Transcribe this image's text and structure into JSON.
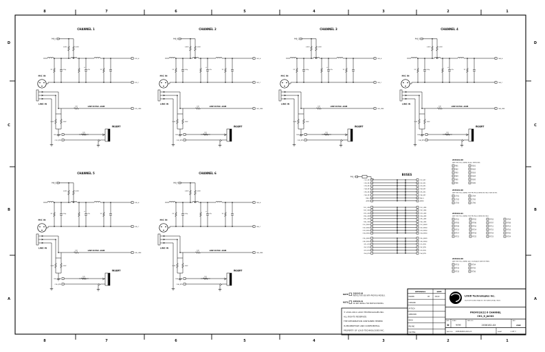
{
  "sheet": {
    "zone_numbers": [
      "8",
      "7",
      "6",
      "5",
      "4",
      "3",
      "2",
      "1"
    ],
    "zone_letters": [
      "D",
      "C",
      "B",
      "A"
    ],
    "line_color": "#000000",
    "paper_color": "#ffffff"
  },
  "channel_labels": {
    "mic": "MIC IN",
    "line": "LINE IN",
    "insert": "INSERT",
    "pad": "LINE IN PAD -10dB"
  },
  "channel_values": {
    "p48_r1": "6.81K",
    "p48_r2": "6.81K",
    "r1": "2K",
    "c1": "100p",
    "c2": "47u",
    "r2": "1K",
    "pad_r": "10K",
    "low_r1": "100K",
    "low_r2": "100K",
    "ins_r": "100"
  },
  "channels": [
    {
      "title": "CHANNEL 1",
      "p48": "P48_A",
      "out_hot": "CH1_H",
      "out_cold": "CH1_C",
      "out_line": "CH1_LINE",
      "send": "CH1_SEND",
      "rtn": "CH1_RTN"
    },
    {
      "title": "CHANNEL 2",
      "p48": "P48_B",
      "out_hot": "CH2_H",
      "out_cold": "CH2_C",
      "out_line": "CH2_LINE",
      "send": "CH2_SEND",
      "rtn": "CH2_RTN"
    },
    {
      "title": "CHANNEL 3",
      "p48": "P48_C",
      "out_hot": "CH3_H",
      "out_cold": "CH3_C",
      "out_line": "CH3_LINE",
      "send": "CH3_SEND",
      "rtn": "CH3_RTN"
    },
    {
      "title": "CHANNEL 4",
      "p48": "P48_D",
      "out_hot": "CH4_H",
      "out_cold": "CH4_C",
      "out_line": "CH4_LINE",
      "send": "CH4_SEND",
      "rtn": "CH4_RTN"
    },
    {
      "title": "CHANNEL 5",
      "p48": "P48_E",
      "out_hot": "CH5_H",
      "out_cold": "CH5_C",
      "out_line": "CH5_LINE",
      "send": "CH5_SEND",
      "rtn": "CH5_RTN"
    },
    {
      "title": "CHANNEL 6",
      "p48": "P48_F",
      "out_hot": "CH6_H",
      "out_cold": "CH6_C",
      "out_line": "CH6_LINE",
      "send": "CH6_SEND",
      "rtn": "CH6_RTN"
    }
  ],
  "buses": {
    "title": "BUSES",
    "p48_tag": "P48_V",
    "groups": [
      {
        "signals": [
          "CH1_MIC",
          "CH2_MIC",
          "CH3_MIC",
          "CH4_MIC",
          "CH5_MIC",
          "CH6_MIC",
          "P48_V",
          "AGND"
        ]
      },
      {
        "signals": [
          "CH1_LINE",
          "CH2_LINE",
          "CH3_LINE",
          "CH4_LINE",
          "CH5_LINE",
          "CH6_LINE",
          "CH1_SEND",
          "CH2_SEND",
          "CH3_SEND",
          "CH4_SEND"
        ]
      },
      {
        "signals": [
          "CH5_SEND",
          "CH6_SEND",
          "CH1_RTN",
          "CH2_RTN",
          "CH3_RTN",
          "CH4_RTN"
        ]
      }
    ]
  },
  "dnp_groups": [
    {
      "id": "2036162-XX",
      "desc": "DNP THE FOLLOWING IN ALL VERSIONS:",
      "cols": 2,
      "items": [
        "R61",
        "R161",
        "R62",
        "R162",
        "R63",
        "R163",
        "R64",
        "R164",
        "R65",
        "R165",
        "R66",
        "R166"
      ]
    },
    {
      "id": "2036162-00",
      "desc": "DNP THE FOLLOWING FOR PROFX16 VERSION ONLY (SEE NOTE):",
      "cols": 2,
      "items": [
        "C701",
        "C704",
        "C702",
        "C705",
        "C703",
        "C706"
      ]
    },
    {
      "id": "2036162-01",
      "desc": "DNP THE FOLLOWING FOR PROFX22 VERSION ONLY:",
      "cols": 4,
      "items": [
        "R701",
        "R702",
        "R703",
        "R704",
        "R705",
        "R706",
        "R707",
        "R708",
        "R709",
        "R710",
        "R711",
        "R712",
        "R713",
        "R714",
        "R715",
        "R716",
        "R717",
        "R718",
        "R719",
        "R720",
        "R721",
        "R722",
        "R723",
        "R724"
      ]
    },
    {
      "id": "2036162-XX",
      "desc": "DNP THE FOLLOWING (ALL 1/4 IN JACK SWITCH PINS):",
      "cols": 2,
      "items": [
        "R731",
        "R734",
        "R732",
        "R735",
        "R733",
        "R736"
      ]
    }
  ],
  "notes": {
    "label": "NOTE:",
    "items": [
      {
        "id": "2036162-00",
        "text": "INSTALL FOR USE WITH PROFX16 MODELS."
      },
      {
        "id": "2036162-01",
        "text": "DO NOT INSTALL FOR PROFX22 MODELS."
      }
    ]
  },
  "copyright": {
    "lines": [
      "© 2010-2011  LOUD TECHNOLOGIES INC.",
      "ALL RIGHTS RESERVED.",
      "THE INFORMATION CONTAINED HEREIN",
      "IS PROPRIETARY AND CONFIDENTIAL",
      "PROPERTY OF LOUD TECHNOLOGIES INC."
    ]
  },
  "titleblock": {
    "approvals_header": {
      "left": "APPROVALS",
      "right": "DATE"
    },
    "approvals": [
      {
        "label": "DRAWN",
        "initials": "CB",
        "date": "3/6/10"
      },
      {
        "label": "CHECKED",
        "initials": "",
        "date": ""
      },
      {
        "label": "AP TECH",
        "initials": "",
        "date": ""
      },
      {
        "label": "APPROVED",
        "initials": "",
        "date": ""
      },
      {
        "label": "MECH",
        "initials": "",
        "date": ""
      },
      {
        "label": "PRJ ENG",
        "initials": "",
        "date": ""
      },
      {
        "label": "CAD ENG",
        "initials": "",
        "date": ""
      }
    ],
    "company": "LOUD Technologies Inc.",
    "address": "16220 WOOD-RED ROAD N.E.  WOODINVILLE WA., 98072",
    "title_line1": "PROFX16/22 6 CHANNEL",
    "title_line2": "CH1_6_JACKS",
    "size_label": "SIZE",
    "size": "D",
    "scale_label": "SCALE",
    "scale": "NONE",
    "dwg_label": "DWG. NO.",
    "dwg_no": "2036162-XX",
    "rev_label": "REV.",
    "rev": "A02",
    "cad_label": "CAD FILE:",
    "cad_file": "2036162S01-A02.sch",
    "sheet_label": "SHEET",
    "sheet": "1 OF 7"
  }
}
